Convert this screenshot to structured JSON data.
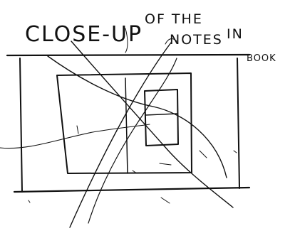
{
  "caption": {
    "line1": "CLOSE-UP",
    "line2": "OF THE",
    "line3": "NOTES",
    "line4": "IN",
    "line5": "BOOK"
  }
}
